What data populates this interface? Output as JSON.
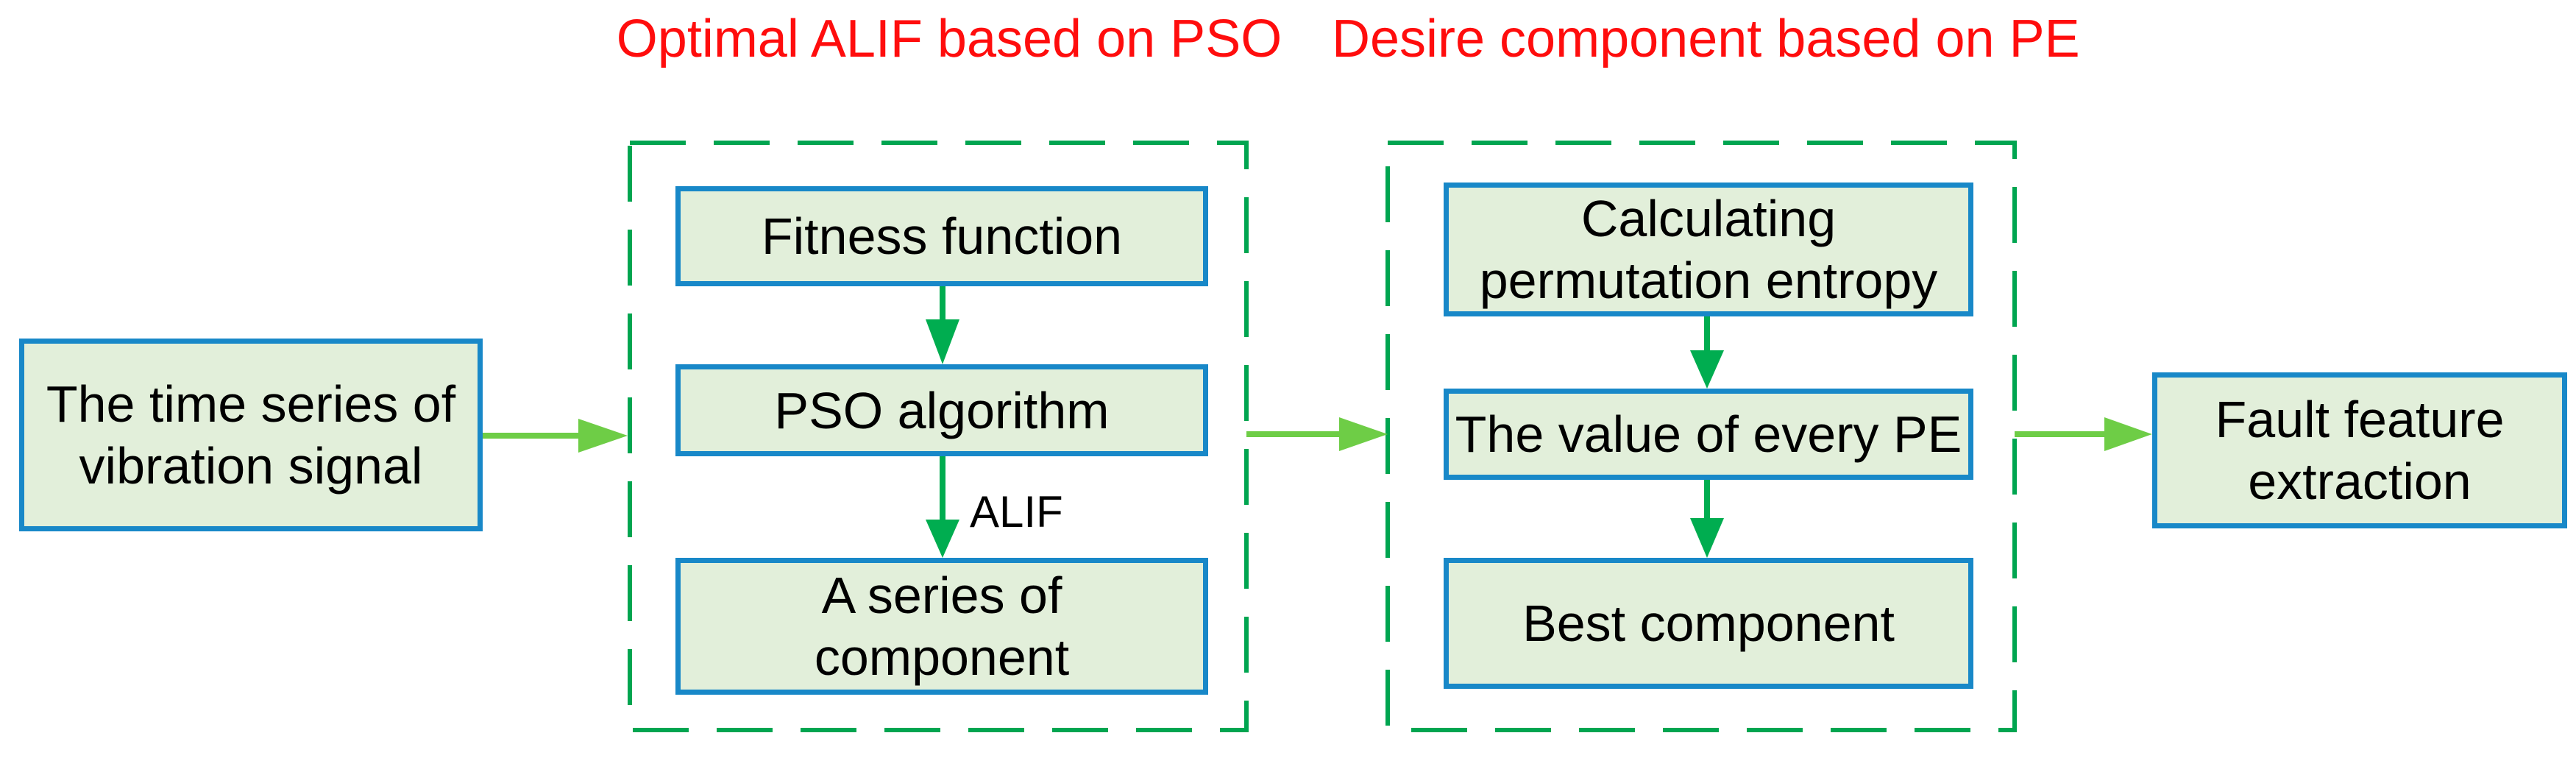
{
  "diagram": {
    "title_left": "Optimal ALIF based on PSO",
    "title_right": "Desire component based on PE",
    "nodes": {
      "input": "The time series of\nvibration signal",
      "fitness": "Fitness function",
      "pso": "PSO algorithm",
      "series": "A series of\ncomponent",
      "calc": "Calculating\npermutation entropy",
      "value": "The value of every PE",
      "best": "Best component",
      "fault": "Fault feature\nextraction"
    },
    "edge_labels": {
      "alif": "ALIF"
    },
    "colors": {
      "title_red": "#ff0d0d",
      "node_fill": "#e2efda",
      "node_border_blue": "#1888c8",
      "dashed_group_green": "#00a550",
      "vertical_arrow_green": "#00ad50",
      "horizontal_arrow_light_green": "#6ecd46",
      "text_black": "#000000",
      "background": "#ffffff"
    }
  }
}
